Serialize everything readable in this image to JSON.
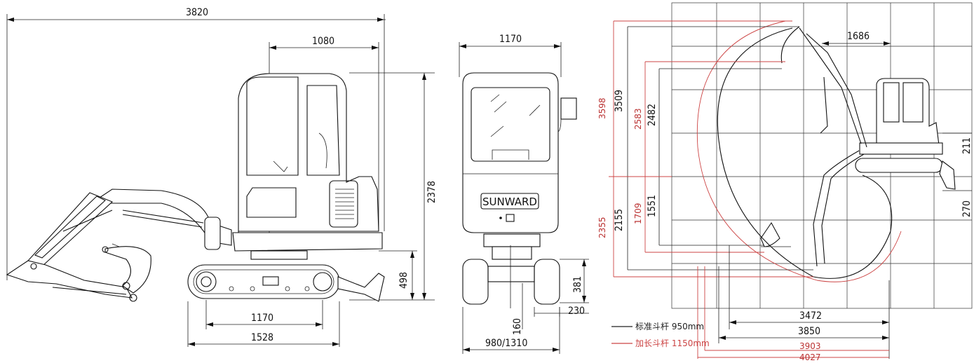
{
  "brand": {
    "label": "SUNWARD"
  },
  "side_view": {
    "overall_length": "3820",
    "cab_to_rear": "1080",
    "height": "2378",
    "clearance": "498",
    "tumbler_distance": "1170",
    "track_length": "1528"
  },
  "front_view": {
    "cab_width": "1170",
    "ground_clearance": "381",
    "track_width": "230",
    "under_clearance": "160",
    "overall_width": "980/1310"
  },
  "working_range": {
    "top_width": "1686",
    "max_dig_height_long": "3598",
    "max_dig_height_std": "3509",
    "max_dump_height_long": "2583",
    "max_dump_height_std": "2482",
    "max_dig_depth_long": "2355",
    "max_dig_depth_std": "2155",
    "vertical_wall_long": "1709",
    "vertical_wall_std": "1551",
    "dozer_lift": "211",
    "dozer_depth": "270",
    "reach_a": "3472",
    "reach_b": "3850",
    "reach_c": "3903",
    "reach_d": "4027"
  },
  "legend": [
    {
      "label": "标准斗杆 950mm",
      "color": "#222222"
    },
    {
      "label": "加长斗杆 1150mm",
      "color": "#cc4444"
    }
  ]
}
